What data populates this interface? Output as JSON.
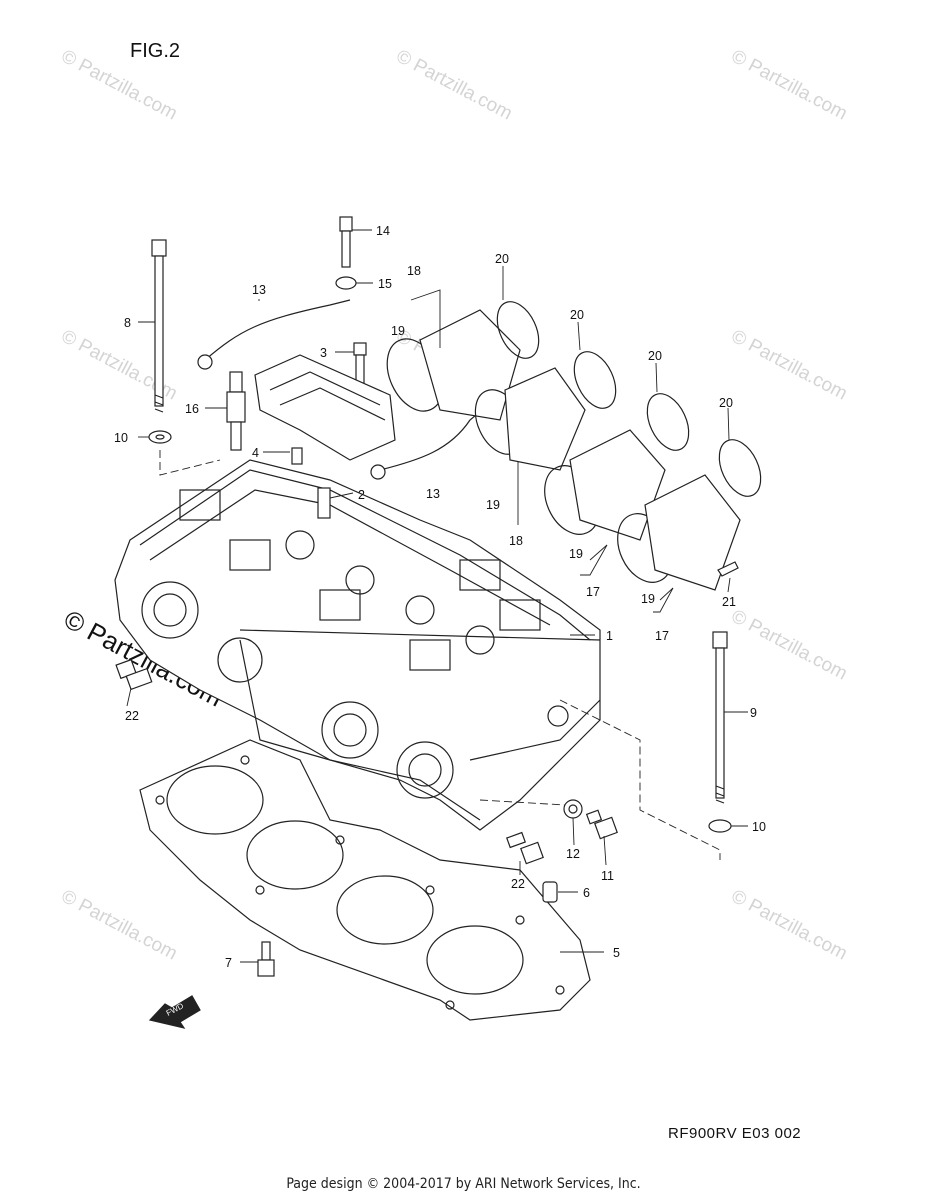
{
  "figure_label": "FIG.2",
  "diagram_code": "RF900RV E03  002",
  "footer": "Page design © 2004-2017 by ARI Network Services, Inc.",
  "watermark_text": "© Partzilla.com",
  "fwd_arrow_text": "FWD",
  "callouts": [
    "1",
    "2",
    "3",
    "4",
    "5",
    "6",
    "7",
    "8",
    "9",
    "10",
    "11",
    "12",
    "13",
    "14",
    "15",
    "16",
    "17",
    "18",
    "19",
    "20",
    "21",
    "22"
  ]
}
